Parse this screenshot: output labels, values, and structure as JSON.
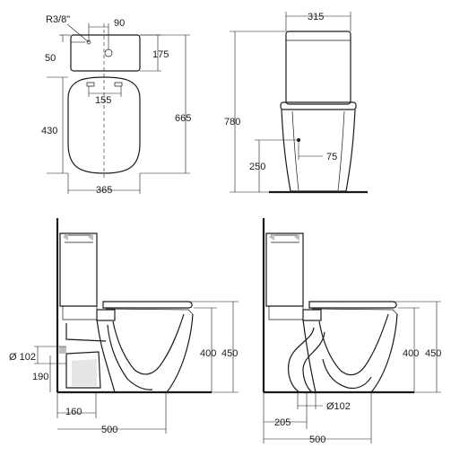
{
  "top_view": {
    "supply_label": "R3/8\"",
    "dim_90": "90",
    "dim_50": "50",
    "dim_175": "175",
    "dim_155": "155",
    "dim_430": "430",
    "dim_665": "665",
    "dim_365": "365"
  },
  "front_view": {
    "dim_315": "315",
    "dim_780": "780",
    "dim_250": "250",
    "dim_75": "75"
  },
  "side_view_left": {
    "dim_102": "Ø 102",
    "dim_190": "190",
    "dim_160": "160",
    "dim_500": "500",
    "dim_400": "400",
    "dim_450": "450"
  },
  "side_view_right": {
    "dim_205": "205",
    "dim_102": "Ø102",
    "dim_500": "500",
    "dim_400": "400",
    "dim_450": "450"
  }
}
